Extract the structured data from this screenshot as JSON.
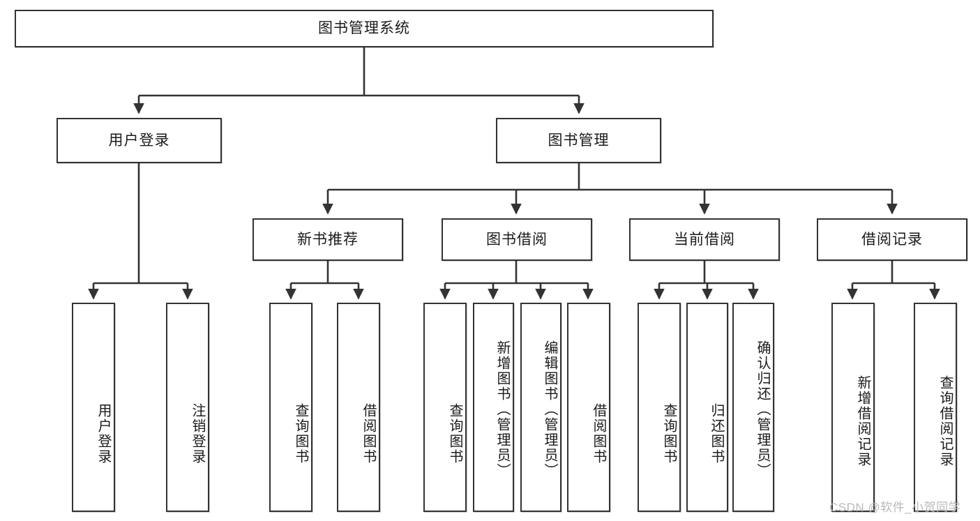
{
  "diagram": {
    "title": "图书管理系统",
    "type": "tree-hierarchy",
    "root": {
      "label": "图书管理系统"
    },
    "level2": [
      {
        "label": "用户登录"
      },
      {
        "label": "图书管理"
      }
    ],
    "level3": [
      {
        "label": "新书推荐"
      },
      {
        "label": "图书借阅"
      },
      {
        "label": "当前借阅"
      },
      {
        "label": "借阅记录"
      }
    ],
    "leaves_user_login": [
      {
        "label": "用户登录"
      },
      {
        "label": "注销登录"
      }
    ],
    "leaves_new_book": [
      {
        "label": "查询图书"
      },
      {
        "label": "借阅图书"
      }
    ],
    "leaves_borrow": [
      {
        "label": "查询图书"
      },
      {
        "label": "新增图书（管理员）"
      },
      {
        "label": "编辑图书（管理员）"
      },
      {
        "label": "借阅图书"
      }
    ],
    "leaves_current": [
      {
        "label": "查询图书"
      },
      {
        "label": "归还图书"
      },
      {
        "label": "确认归还（管理员）"
      }
    ],
    "leaves_record": [
      {
        "label": "新增借阅记录"
      },
      {
        "label": "查询借阅记录"
      }
    ]
  },
  "watermark": {
    "text": "CSDN @软件_小贺同学"
  },
  "colors": {
    "stroke": "#333333",
    "background": "#ffffff",
    "text": "#1a1a1a",
    "watermark": "#b9b9b9"
  }
}
